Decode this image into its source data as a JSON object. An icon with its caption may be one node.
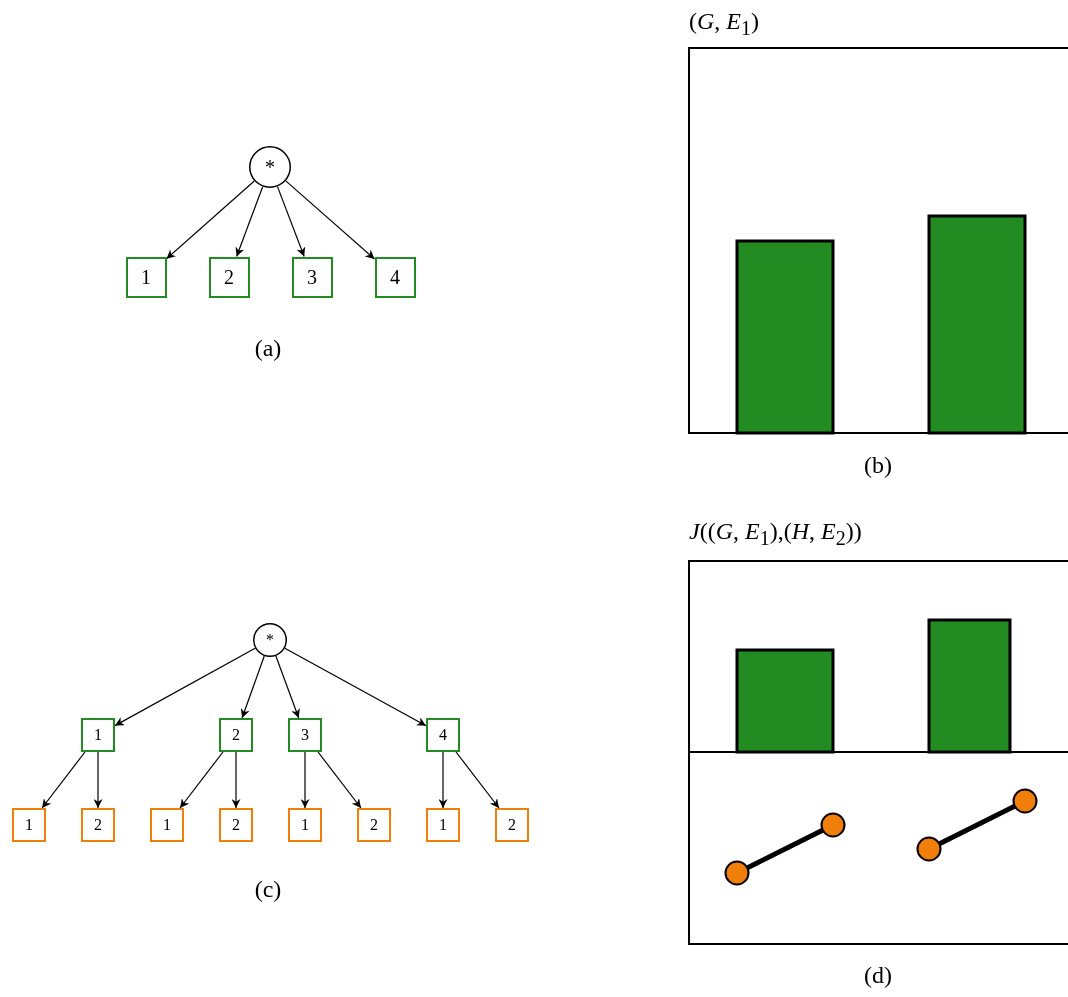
{
  "diagram": {
    "nodes": [
      {
        "text": [
          "*"
        ]
      },
      {
        "text": [
          "1"
        ]
      },
      {
        "text": [
          "2"
        ]
      },
      {
        "text": [
          "3"
        ]
      },
      {
        "text": [
          "4"
        ]
      },
      {
        "text": [
          "*"
        ]
      },
      {
        "text": [
          "1"
        ]
      },
      {
        "text": [
          "2"
        ]
      },
      {
        "text": [
          "3"
        ]
      },
      {
        "text": [
          "4"
        ]
      },
      {
        "text": [
          "1"
        ]
      },
      {
        "text": [
          "2"
        ]
      },
      {
        "text": [
          "1"
        ]
      },
      {
        "text": [
          "2"
        ]
      },
      {
        "text": [
          "1"
        ]
      },
      {
        "text": [
          "2"
        ]
      },
      {
        "text": [
          "1"
        ]
      },
      {
        "text": [
          "2"
        ]
      }
    ],
    "edges": [
      {
        "from": 0,
        "to": 1,
        "arrow": "to"
      },
      {
        "from": 0,
        "to": 2,
        "arrow": "to"
      },
      {
        "from": 0,
        "to": 3,
        "arrow": "to"
      },
      {
        "from": 0,
        "to": 4,
        "arrow": "to"
      },
      {
        "from": 5,
        "to": 6,
        "arrow": "to"
      },
      {
        "from": 5,
        "to": 7,
        "arrow": "to"
      },
      {
        "from": 5,
        "to": 8,
        "arrow": "to"
      },
      {
        "from": 5,
        "to": 9,
        "arrow": "to"
      },
      {
        "from": 6,
        "to": 10,
        "arrow": "to"
      },
      {
        "from": 6,
        "to": 11,
        "arrow": "to"
      },
      {
        "from": 7,
        "to": 12,
        "arrow": "to"
      },
      {
        "from": 7,
        "to": 13,
        "arrow": "to"
      },
      {
        "from": 8,
        "to": 14,
        "arrow": "to"
      },
      {
        "from": 8,
        "to": 15,
        "arrow": "to"
      },
      {
        "from": 9,
        "to": 16,
        "arrow": "to"
      },
      {
        "from": 9,
        "to": 17,
        "arrow": "to"
      }
    ],
    "labels": [
      "(*G*, *E*$_{1}$)",
      "(a)",
      "(b)",
      "*J*((*G*, *E*$_{1}$),(*H*, *E*$_{2}$))",
      "(c)",
      "(d)"
    ]
  }
}
